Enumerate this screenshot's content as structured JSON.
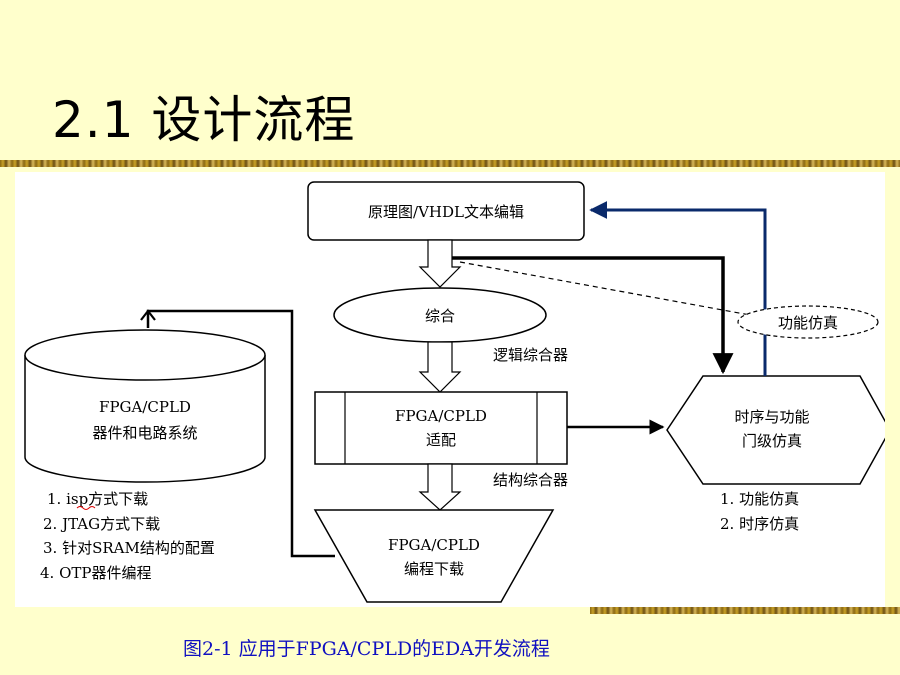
{
  "slide": {
    "title": "2.1  设计流程",
    "caption": "图2-1  应用于FPGA/CPLD的EDA开发流程"
  },
  "diagram": {
    "edit_box": "原理图/VHDL文本编辑",
    "synth_ellipse": "综合",
    "logic_synth_label": "逻辑综合器",
    "fit_box": [
      "FPGA/CPLD",
      "适配"
    ],
    "struct_synth_label": "结构综合器",
    "download_box": [
      "FPGA/CPLD",
      "编程下载"
    ],
    "device_cylinder": [
      "FPGA/CPLD",
      "器件和电路系统"
    ],
    "download_methods": [
      "1. isp方式下载",
      "2. JTAG方式下载",
      "3. 针对SRAM结构的配置",
      "4. OTP器件编程"
    ],
    "func_sim_ellipse": "功能仿真",
    "timing_hex": [
      "时序与功能",
      "门级仿真"
    ],
    "sim_types": [
      "1. 功能仿真",
      "2. 时序仿真"
    ]
  },
  "colors": {
    "background": "#FFFFCC",
    "feedback_arrow": "#0A2A6B",
    "caption": "#1010C0"
  }
}
